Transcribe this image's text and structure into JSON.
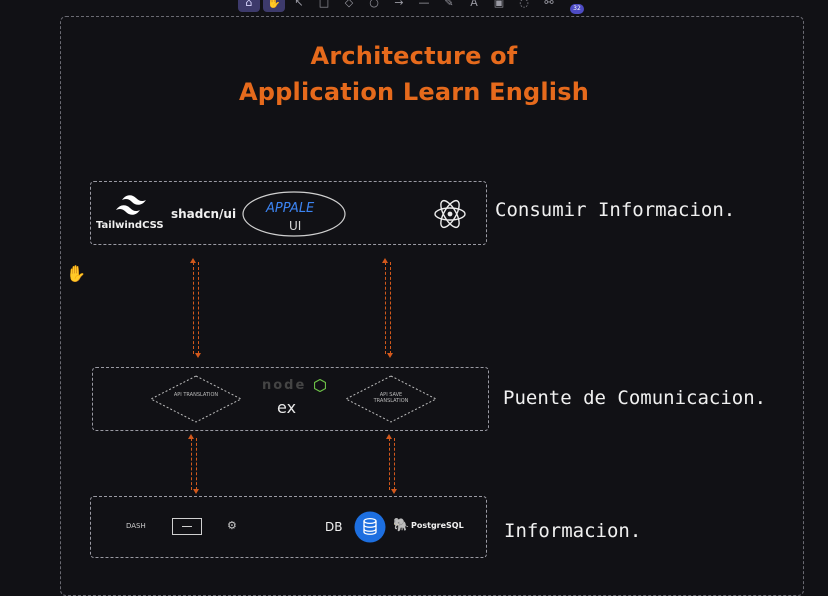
{
  "toolbar": {
    "items": [
      {
        "icon": "home-icon",
        "glyph": "⌂",
        "active": true
      },
      {
        "icon": "hand-icon",
        "glyph": "✋",
        "active": true
      },
      {
        "icon": "pointer-icon",
        "glyph": "↖",
        "active": false
      },
      {
        "icon": "rectangle-icon",
        "glyph": "□",
        "active": false
      },
      {
        "icon": "diamond-icon",
        "glyph": "◇",
        "active": false
      },
      {
        "icon": "circle-icon",
        "glyph": "○",
        "active": false
      },
      {
        "icon": "arrow-icon",
        "glyph": "→",
        "active": false
      },
      {
        "icon": "line-icon",
        "glyph": "—",
        "active": false
      },
      {
        "icon": "pencil-icon",
        "glyph": "✎",
        "active": false
      },
      {
        "icon": "text-icon",
        "glyph": "A",
        "active": false
      },
      {
        "icon": "image-icon",
        "glyph": "▣",
        "active": false
      },
      {
        "icon": "eraser-icon",
        "glyph": "◌",
        "active": false
      },
      {
        "icon": "library-icon",
        "glyph": "⚯",
        "active": false
      }
    ]
  },
  "title": {
    "line1": "Architecture of",
    "line2": "Application Learn English"
  },
  "layers": {
    "frontend": {
      "tailwind": "TailwindCSS",
      "shadcn": "shadcn/ui",
      "appale_top": "APPALE",
      "appale_bottom": "UI",
      "label": "Consumir Informacion."
    },
    "backend": {
      "api_left": "API TRANSLATION",
      "api_right": "API SAVE TRANSLATION",
      "node": "node",
      "ex": "ex",
      "label": "Puente de Comunicacion."
    },
    "data": {
      "dash": "DASH",
      "db": "DB",
      "postgres": "PostgreSQL",
      "label": "Informacion."
    }
  },
  "colors": {
    "title": "#e66a1c",
    "arrow": "#d3591c",
    "db_circle": "#1d6fe0",
    "node_green": "#6cbf47"
  }
}
